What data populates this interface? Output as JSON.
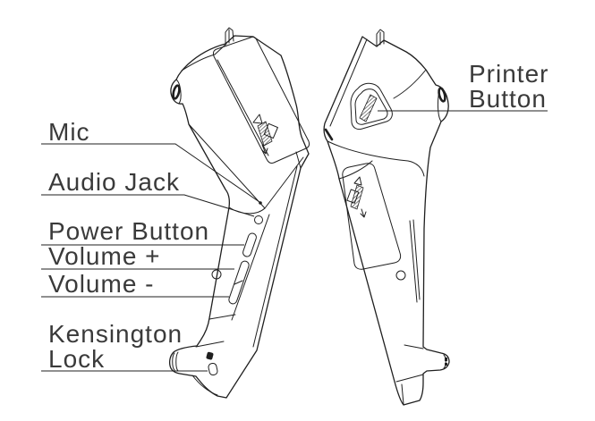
{
  "page": {
    "background": "#ffffff"
  },
  "diagram": {
    "kind": "device-side-views-callout-diagram",
    "views": [
      "left-side-view",
      "right-side-view"
    ],
    "line_color": "#1f1f1f",
    "text_color": "#3a3a3a",
    "callouts": {
      "mic": {
        "label": "Mic"
      },
      "audio_jack": {
        "label": "Audio Jack"
      },
      "power_button": {
        "label": "Power Button"
      },
      "volume_plus": {
        "label": "Volume +"
      },
      "volume_minus": {
        "label": "Volume -"
      },
      "kensington_lock": {
        "label_line1": "Kensington",
        "label_line2": "Lock"
      },
      "printer_button": {
        "label_line1": "Printer",
        "label_line2": "Button"
      }
    }
  }
}
